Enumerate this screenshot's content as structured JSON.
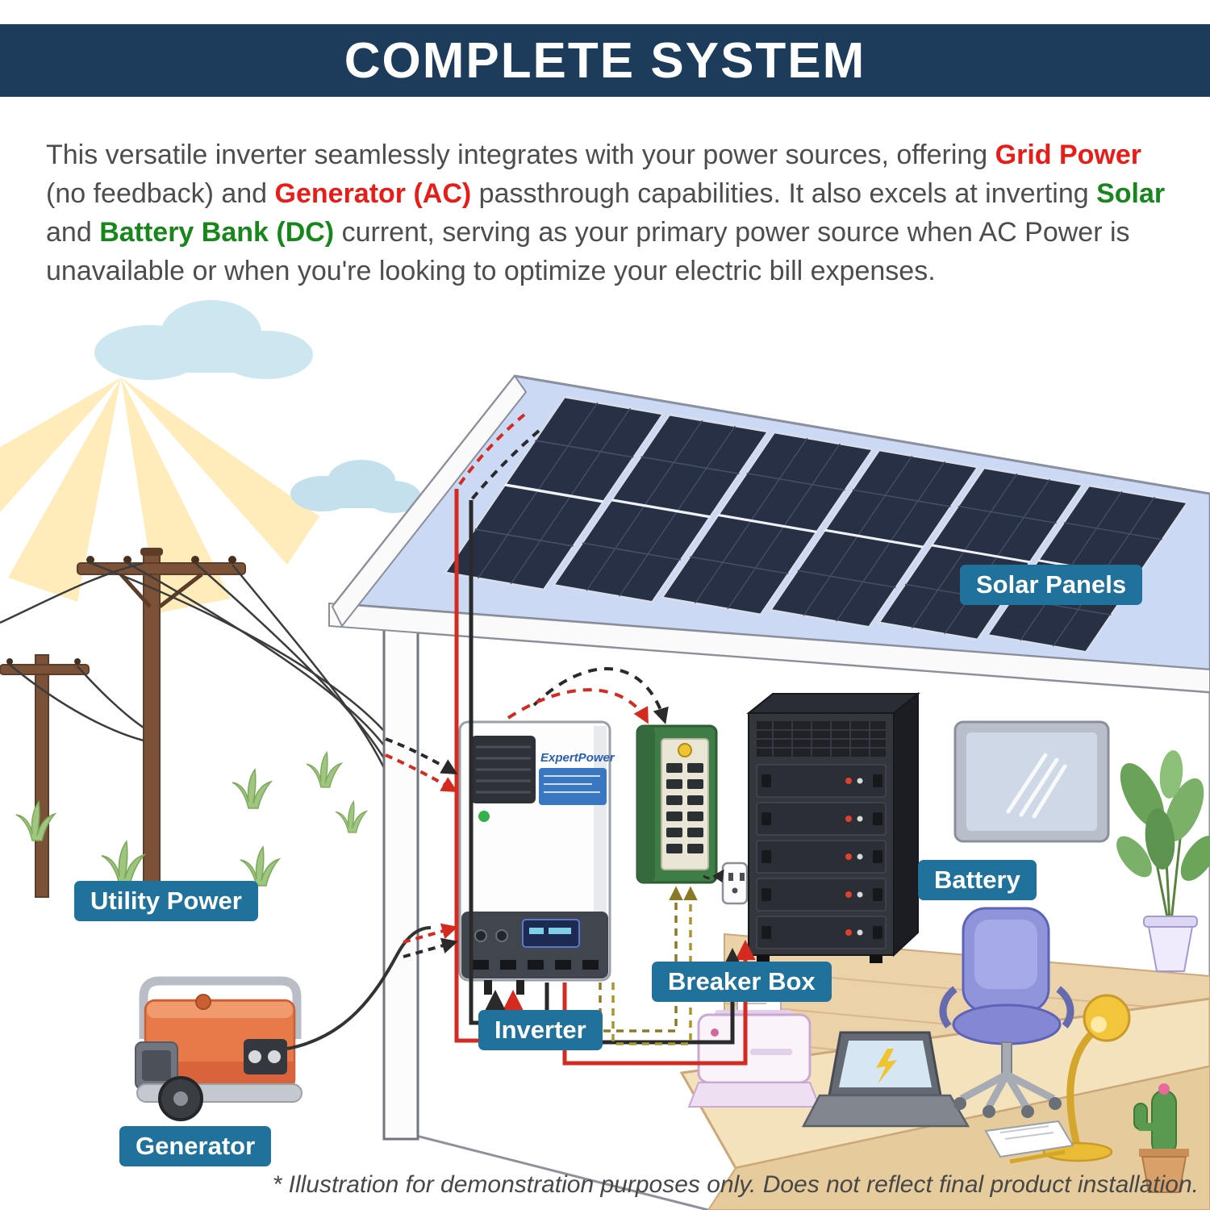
{
  "header": {
    "title": "COMPLETE SYSTEM"
  },
  "description": {
    "s1": "This versatile inverter seamlessly integrates with your power sources, offering ",
    "h1": "Grid Power",
    "s2": " (no feedback) and ",
    "h2": "Generator (AC)",
    "s3": " passthrough capabilities. It also excels at inverting ",
    "h3": "Solar",
    "s4": " and ",
    "h4": "Battery Bank (DC)",
    "s5": " current, serving as your primary power source when AC Power is unavailable or when you're looking to optimize your electric bill expenses."
  },
  "labels": {
    "solar_panels": "Solar Panels",
    "utility_power": "Utility Power",
    "battery": "Battery",
    "breaker_box": "Breaker Box",
    "inverter": "Inverter",
    "generator": "Generator"
  },
  "devices": {
    "inverter_brand": "ExpertPower"
  },
  "footer": {
    "disclaimer": "* Illustration for demonstration purposes only. Does not reflect final product installation."
  },
  "colors": {
    "header_bg": "#1d3c5b",
    "highlight_red": "#ea1c17",
    "highlight_green": "#17871c",
    "label_bg": "#20719b",
    "wire_red": "#d42a20",
    "wire_black": "#2a2a2a",
    "wire_olive": "#8a7a28"
  }
}
